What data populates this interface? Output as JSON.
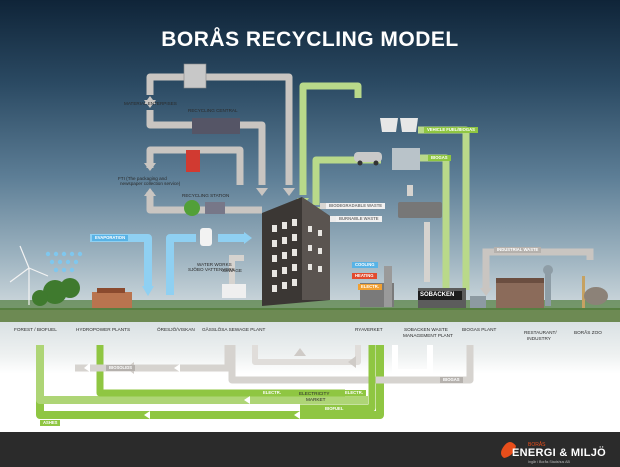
{
  "title": "BORÅS RECYCLING MODEL",
  "top_labels": {
    "material_enterprises": "MATERIAL ENTERPISES",
    "recycling_central": "RECYCLING CENTRAL",
    "fti_line1": "FTI (The packaging and",
    "fti_line2": "newspaper collection service)",
    "recycling_station": "RECYCLING STATION",
    "evaporation": "EVAPORATION",
    "water_works_line1": "WATER WORKS",
    "water_works_line2": "SJÖBO VATTENVERK",
    "sewage": "SEWAGE",
    "biodegradable_waste": "BIODEGRADABLE WASTE",
    "burnable_waste": "BURNABLE WASTE",
    "vehicle_fuel": "VEHICLE FUEL/BIOGAS",
    "biogas": "BIOGAS",
    "industrial_waste": "INDUSTRIAL WASTE",
    "cooling": "COOLING",
    "heating": "HEATING",
    "electr": "ELECTR.",
    "sobacken_sign": "SOBACKEN"
  },
  "nodes": {
    "forest": "FOREST / BIOFUEL",
    "hydropower": "HYDROPOWER PLANTS",
    "oresjo": "ÖRESJÖ/VISKAN",
    "gasslosa": "GÄSSLÖSA SEWAGE PLANT",
    "ryaverket": "RYAVERKET",
    "sobacken_line1": "SOBACKEN WASTE",
    "sobacken_line2": "MANAGEMENT PLANT",
    "biogas_plant": "BIOGAS PLANT",
    "restaurant_line1": "RESTAURANT/",
    "restaurant_line2": "INDUSTRY",
    "zoo": "BORÅS ZOO"
  },
  "bottom_labels": {
    "biosolids": "BIOSOLIDS",
    "biogas": "BIOGAS",
    "electr_1": "ELECTR.",
    "electr_2": "ELECTR.",
    "electricity_market_line1": "ELECTRICITY",
    "electricity_market_line2": "MARKET",
    "biofuel": "BIOFUEL",
    "ashes": "ASHES"
  },
  "logo": {
    "top": "BORÅS",
    "main": "ENERGI & MILJÖ",
    "sub": "Ingår i Borås Stadshus AB"
  },
  "colors": {
    "gray_flow": "#c9c5c1",
    "green_flow": "#8fc642",
    "blue_flow": "#58b3e6",
    "heating": "#e24a2e",
    "electricity": "#f1a032",
    "footer": "#2b2b2b",
    "logo_accent": "#e84e1b"
  }
}
